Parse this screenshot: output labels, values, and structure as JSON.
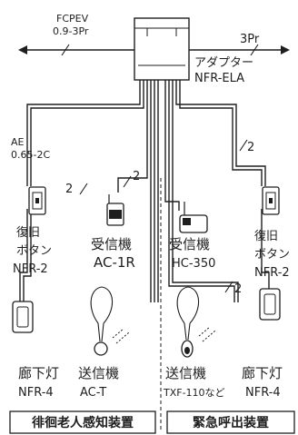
{
  "cables": {
    "left_main": {
      "line1": "FCPEV",
      "line2": "0.9-3Pr"
    },
    "right_main": "3Pr",
    "ae_cable": {
      "line1": "AE",
      "line2": "0.65-2C"
    },
    "pair_count": "2"
  },
  "adapter": {
    "line1": "アダプター",
    "line2": "NFR-ELA"
  },
  "devices": {
    "reset_left": {
      "line1": "復旧",
      "line2": "ボタン",
      "line3": "NFR-2"
    },
    "receiver_left": {
      "line1": "受信機",
      "line2": "AC-1R"
    },
    "receiver_right": {
      "line1": "受信機",
      "line2": "HC-350"
    },
    "reset_right": {
      "line1": "復旧",
      "line2": "ボタン",
      "line3": "NFR-2"
    },
    "hall_light_left": {
      "line1": "廊下灯",
      "line2": "NFR-4"
    },
    "transmitter_left": {
      "line1": "送信機",
      "line2": "AC-T"
    },
    "transmitter_right": {
      "line1": "送信機",
      "line2": "TXF-110など"
    },
    "hall_light_right": {
      "line1": "廊下灯",
      "line2": "NFR-4"
    }
  },
  "systems": {
    "left": "徘徊老人感知装置",
    "right": "緊急呼出装置"
  }
}
